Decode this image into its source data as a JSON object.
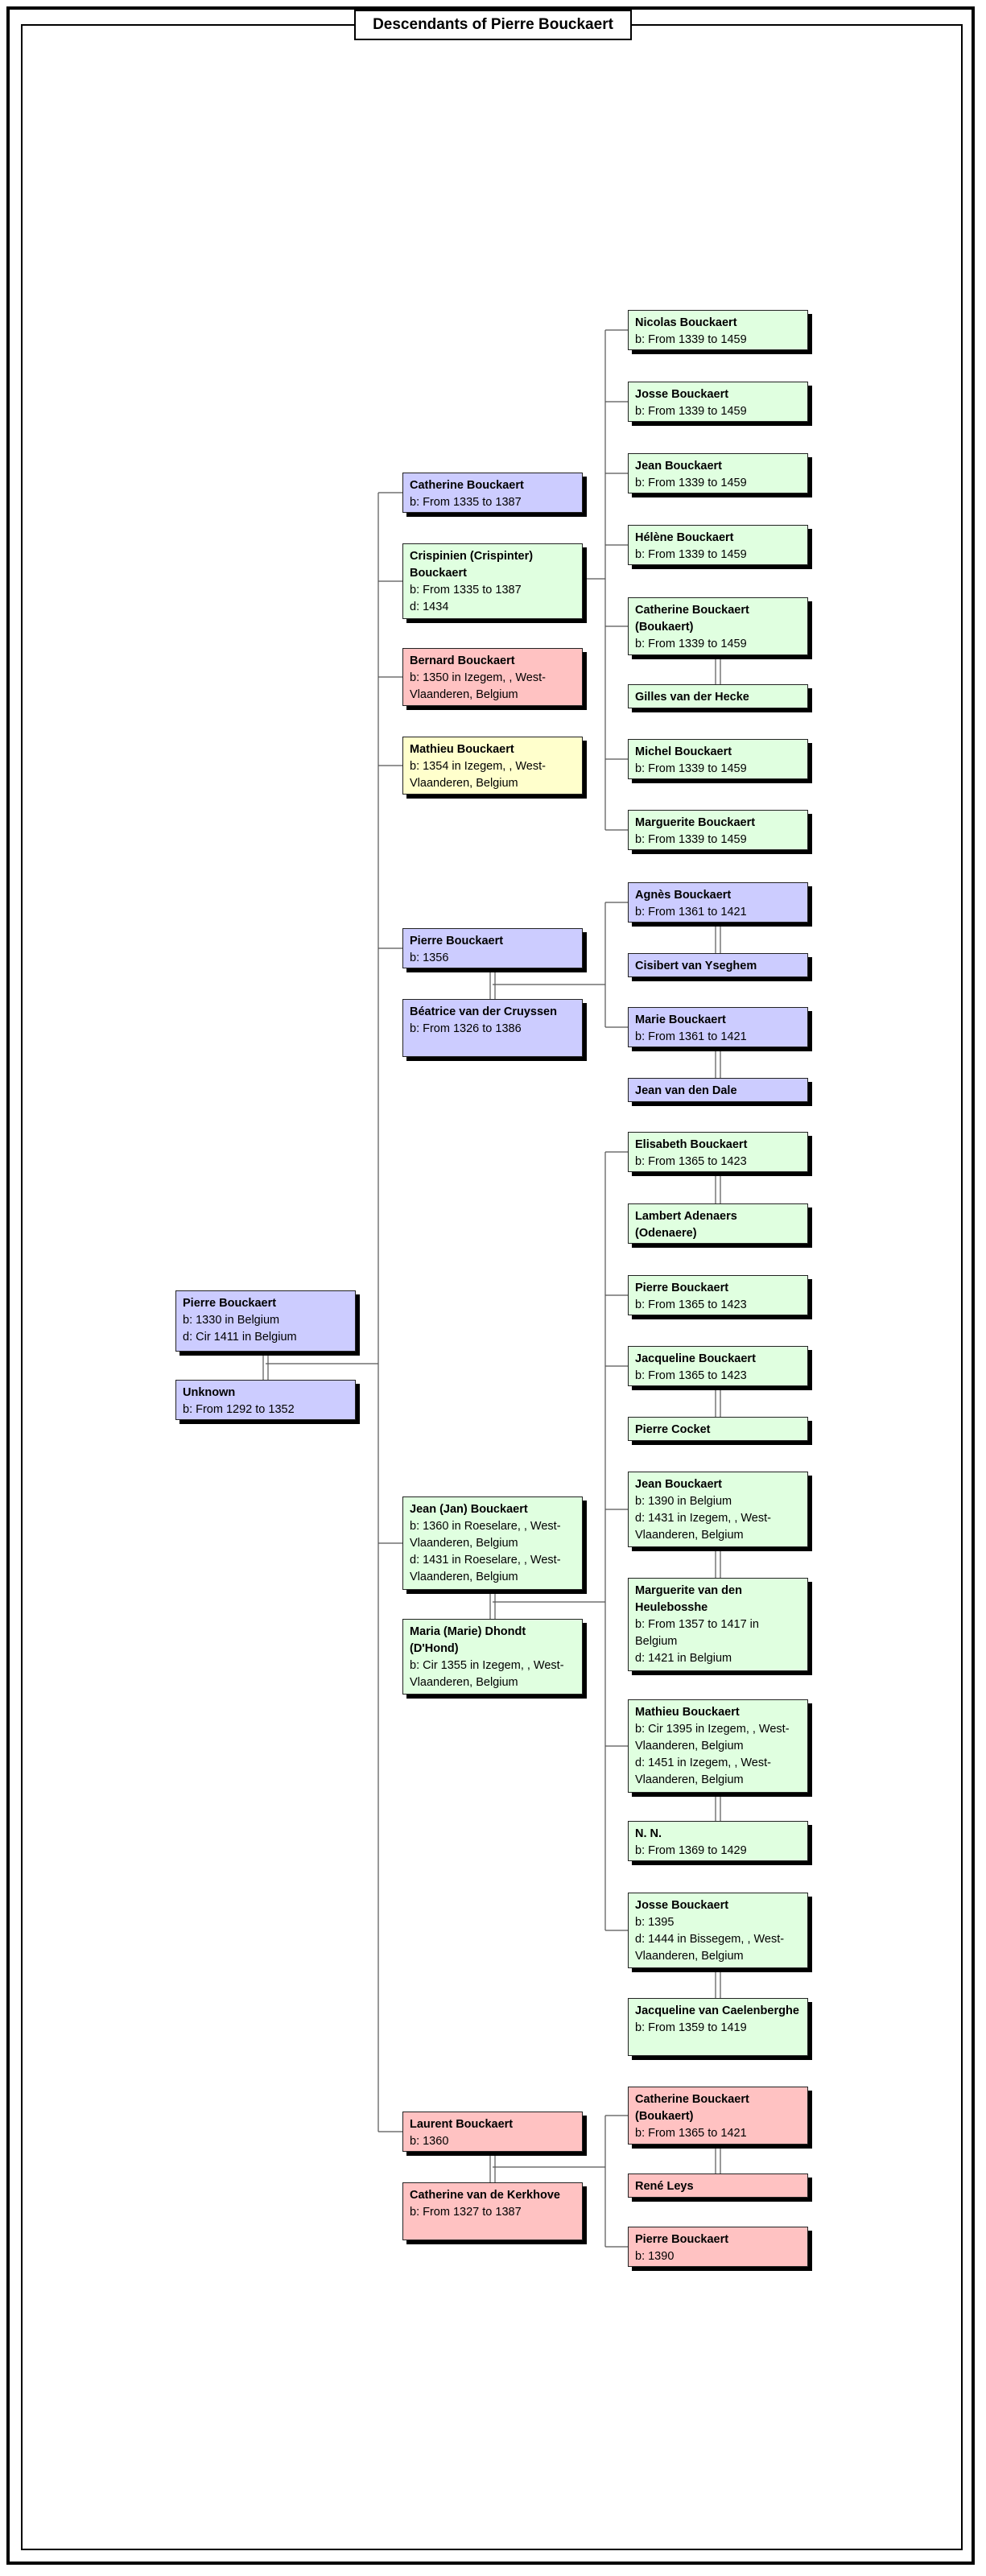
{
  "title": "Descendants of Pierre Bouckaert",
  "colors": {
    "blue": "#ccccff",
    "green": "#e0ffe0",
    "pink": "#ffc2c2",
    "yellow": "#ffffcc",
    "line": "#555555"
  },
  "people": {
    "p0": {
      "name": "Pierre Bouckaert",
      "lines": [
        "b: 1330 in Belgium",
        "d: Cir 1411 in Belgium"
      ]
    },
    "s0": {
      "name": "Unknown",
      "lines": [
        "b: From 1292 to 1352"
      ]
    },
    "c1": {
      "name": "Catherine Bouckaert",
      "lines": [
        "b: From 1335 to 1387"
      ]
    },
    "c2": {
      "name": "Crispinien (Crispinter) Bouckaert",
      "lines": [
        "b: From 1335 to 1387",
        "d: 1434"
      ]
    },
    "c3": {
      "name": "Bernard Bouckaert",
      "lines": [
        "b: 1350 in Izegem, , West-Vlaanderen, Belgium"
      ]
    },
    "c4": {
      "name": "Mathieu Bouckaert",
      "lines": [
        "b: 1354 in Izegem, , West-Vlaanderen, Belgium"
      ]
    },
    "c5": {
      "name": "Pierre Bouckaert",
      "lines": [
        "b: 1356"
      ]
    },
    "c5s": {
      "name": "Béatrice van der Cruyssen",
      "lines": [
        "b: From 1326 to 1386"
      ]
    },
    "c6": {
      "name": "Jean (Jan) Bouckaert",
      "lines": [
        "b: 1360 in Roeselare, , West-Vlaanderen, Belgium",
        "d: 1431 in Roeselare, , West-Vlaanderen, Belgium"
      ]
    },
    "c6s": {
      "name": "Maria (Marie) Dhondt (D'Hond)",
      "lines": [
        "b: Cir 1355 in Izegem, , West-Vlaanderen, Belgium"
      ]
    },
    "c7": {
      "name": "Laurent Bouckaert",
      "lines": [
        "b: 1360"
      ]
    },
    "c7s": {
      "name": "Catherine van de Kerkhove",
      "lines": [
        "b: From 1327 to 1387"
      ]
    },
    "g1": {
      "name": "Nicolas Bouckaert",
      "lines": [
        "b: From 1339 to 1459"
      ]
    },
    "g2": {
      "name": "Josse Bouckaert",
      "lines": [
        "b: From 1339 to 1459"
      ]
    },
    "g3": {
      "name": "Jean Bouckaert",
      "lines": [
        "b: From 1339 to 1459"
      ]
    },
    "g4": {
      "name": "Hélène Bouckaert",
      "lines": [
        "b: From 1339 to 1459"
      ]
    },
    "g5": {
      "name": "Catherine Bouckaert (Boukaert)",
      "lines": [
        "b: From 1339 to 1459"
      ]
    },
    "g5s": {
      "name": "Gilles van der Hecke",
      "lines": []
    },
    "g6": {
      "name": "Michel Bouckaert",
      "lines": [
        "b: From 1339 to 1459"
      ]
    },
    "g7": {
      "name": "Marguerite Bouckaert",
      "lines": [
        "b: From 1339 to 1459"
      ]
    },
    "h1": {
      "name": "Agnès Bouckaert",
      "lines": [
        "b: From 1361 to 1421"
      ]
    },
    "h1s": {
      "name": "Cisibert van Yseghem",
      "lines": []
    },
    "h2": {
      "name": "Marie Bouckaert",
      "lines": [
        "b: From 1361 to 1421"
      ]
    },
    "h2s": {
      "name": "Jean van den Dale",
      "lines": []
    },
    "j1": {
      "name": "Elisabeth Bouckaert",
      "lines": [
        "b: From 1365 to 1423"
      ]
    },
    "j1s": {
      "name": "Lambert Adenaers (Odenaere)",
      "lines": []
    },
    "j2": {
      "name": "Pierre Bouckaert",
      "lines": [
        "b: From 1365 to 1423"
      ]
    },
    "j3": {
      "name": "Jacqueline Bouckaert",
      "lines": [
        "b: From 1365 to 1423"
      ]
    },
    "j3s": {
      "name": "Pierre Cocket",
      "lines": []
    },
    "j4": {
      "name": "Jean Bouckaert",
      "lines": [
        "b: 1390 in Belgium",
        "d: 1431 in Izegem, , West-Vlaanderen, Belgium"
      ]
    },
    "j4s": {
      "name": "Marguerite van den Heulebosshe",
      "lines": [
        "b: From 1357 to 1417 in Belgium",
        "d: 1421 in Belgium"
      ]
    },
    "j5": {
      "name": "Mathieu Bouckaert",
      "lines": [
        "b: Cir 1395 in Izegem, , West-Vlaanderen, Belgium",
        "d: 1451 in Izegem, , West-Vlaanderen, Belgium"
      ]
    },
    "j5s": {
      "name": "N. N.",
      "lines": [
        "b: From 1369 to 1429"
      ]
    },
    "j6": {
      "name": "Josse Bouckaert",
      "lines": [
        "b: 1395",
        "d: 1444 in Bissegem, , West-Vlaanderen, Belgium"
      ]
    },
    "j6s": {
      "name": "Jacqueline van Caelenberghe",
      "lines": [
        "b: From 1359 to 1419"
      ]
    },
    "l1": {
      "name": "Catherine Bouckaert (Boukaert)",
      "lines": [
        "b: From 1365 to 1421"
      ]
    },
    "l1s": {
      "name": "René Leys",
      "lines": []
    },
    "l2": {
      "name": "Pierre Bouckaert",
      "lines": [
        "b: 1390"
      ]
    }
  }
}
